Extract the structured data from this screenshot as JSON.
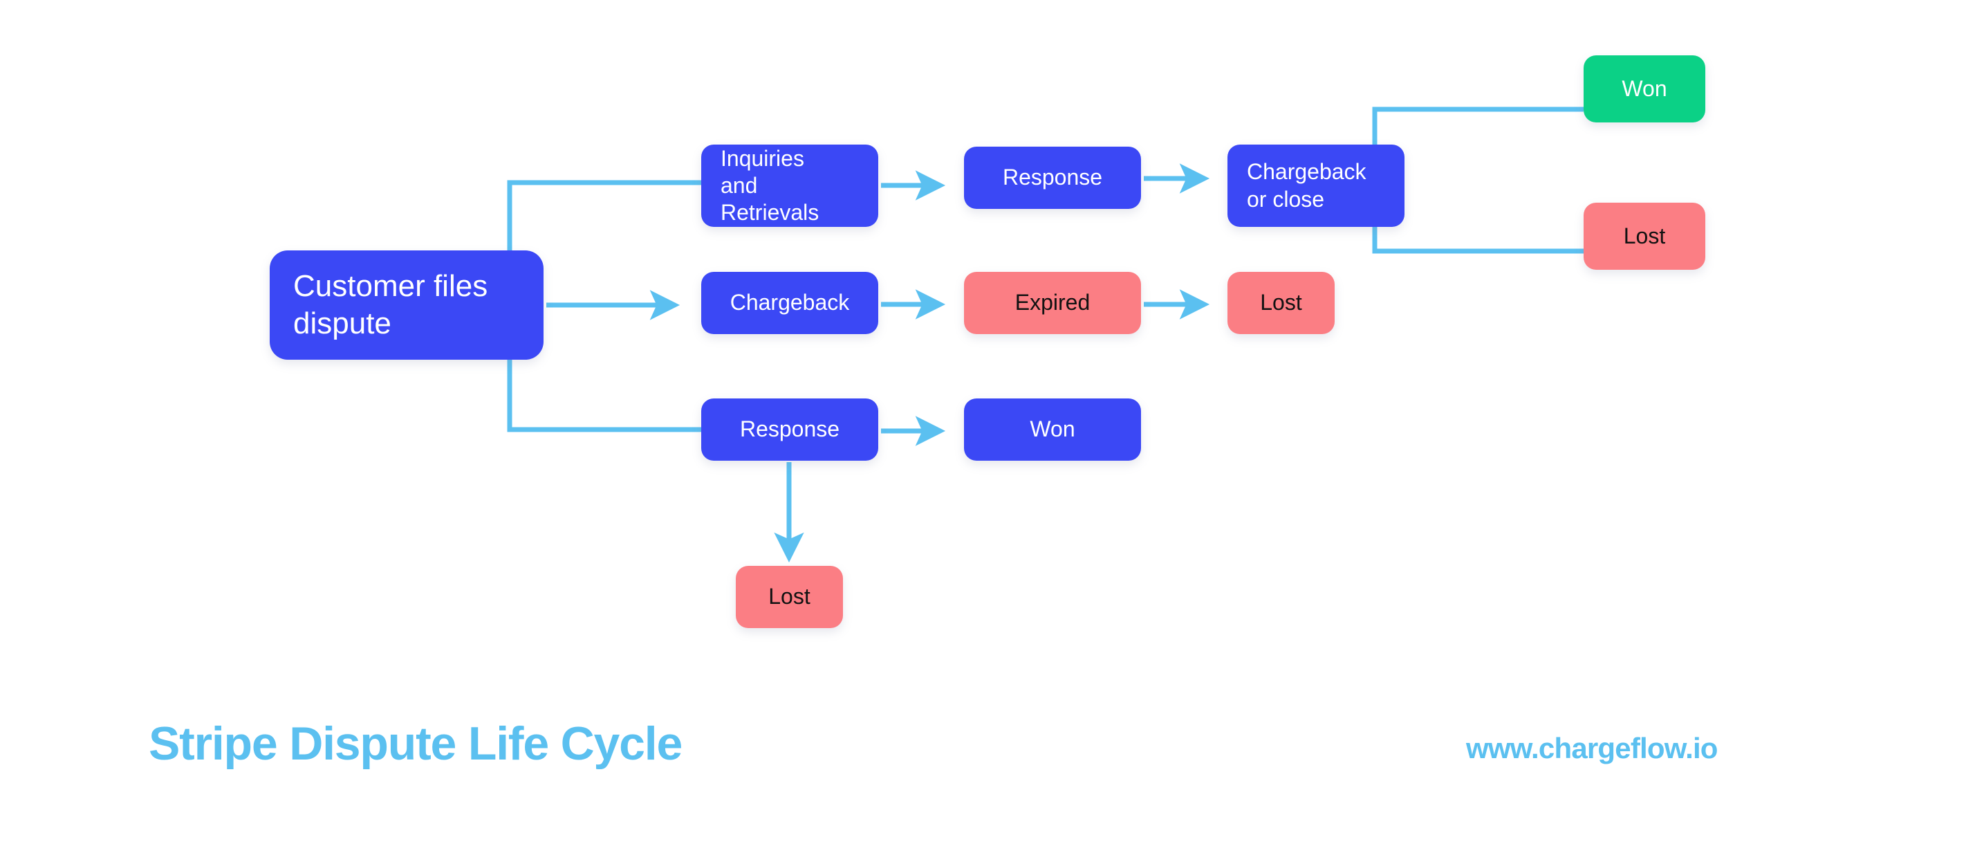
{
  "diagram": {
    "title": "Stripe Dispute Life Cycle",
    "site_url": "www.chargeflow.io",
    "colors": {
      "blue": "#3B48F5",
      "pink": "#FB7E84",
      "green": "#0BD186",
      "connector": "#5BC0F0",
      "accent_text": "#5BC0F0",
      "background": "#FFFFFF"
    },
    "nodes": {
      "customer_files_dispute": {
        "label": "Customer files\ndispute",
        "type": "start",
        "color": "blue"
      },
      "inquiries_and_retrievals": {
        "label": "Inquiries\nand Retrievals",
        "type": "stage",
        "color": "blue"
      },
      "response_top": {
        "label": "Response",
        "type": "stage",
        "color": "blue"
      },
      "chargeback_or_close": {
        "label": "Chargeback\nor close",
        "type": "stage",
        "color": "blue"
      },
      "won_right": {
        "label": "Won",
        "type": "outcome",
        "color": "green"
      },
      "lost_right": {
        "label": "Lost",
        "type": "outcome",
        "color": "pink"
      },
      "chargeback_mid": {
        "label": "Chargeback",
        "type": "stage",
        "color": "blue"
      },
      "expired": {
        "label": "Expired",
        "type": "outcome",
        "color": "pink"
      },
      "lost_mid": {
        "label": "Lost",
        "type": "outcome",
        "color": "pink"
      },
      "response_bottom": {
        "label": "Response",
        "type": "stage",
        "color": "blue"
      },
      "won_bottom": {
        "label": "Won",
        "type": "outcome",
        "color": "blue"
      },
      "lost_bottom": {
        "label": "Lost",
        "type": "outcome",
        "color": "pink"
      }
    },
    "edges": [
      {
        "from": "customer_files_dispute",
        "to": "inquiries_and_retrievals",
        "style": "elbow"
      },
      {
        "from": "customer_files_dispute",
        "to": "chargeback_mid",
        "style": "arrow"
      },
      {
        "from": "customer_files_dispute",
        "to": "response_bottom",
        "style": "elbow"
      },
      {
        "from": "inquiries_and_retrievals",
        "to": "response_top",
        "style": "arrow"
      },
      {
        "from": "response_top",
        "to": "chargeback_or_close",
        "style": "arrow"
      },
      {
        "from": "chargeback_or_close",
        "to": "won_right",
        "style": "elbow"
      },
      {
        "from": "chargeback_or_close",
        "to": "lost_right",
        "style": "elbow"
      },
      {
        "from": "chargeback_mid",
        "to": "expired",
        "style": "arrow"
      },
      {
        "from": "expired",
        "to": "lost_mid",
        "style": "arrow"
      },
      {
        "from": "response_bottom",
        "to": "won_bottom",
        "style": "arrow"
      },
      {
        "from": "response_bottom",
        "to": "lost_bottom",
        "style": "arrow-down"
      }
    ]
  }
}
